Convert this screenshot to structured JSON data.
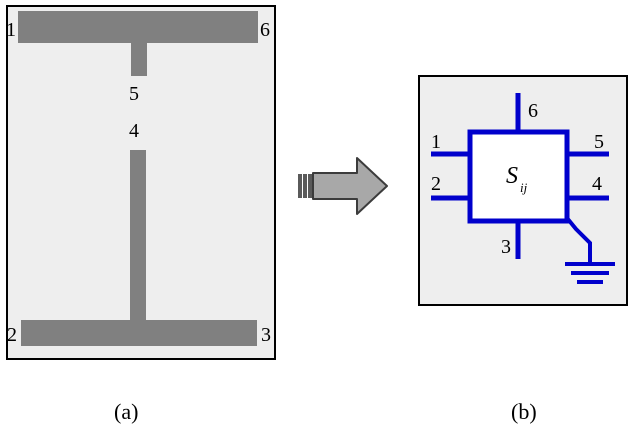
{
  "panel_a": {
    "caption": "(a)",
    "ports": {
      "p1": "1",
      "p2": "2",
      "p3": "3",
      "p4": "4",
      "p5": "5",
      "p6": "6"
    }
  },
  "panel_b": {
    "caption": "(b)",
    "symbol": "S",
    "subscript": "ij",
    "ports": {
      "p1": "1",
      "p2": "2",
      "p3": "3",
      "p4": "4",
      "p5": "5",
      "p6": "6"
    }
  },
  "colors": {
    "trace": "#808080",
    "network_line": "#0000cc",
    "panel_bg": "#eeeeee",
    "arrow_fill": "#a8a8a8"
  }
}
